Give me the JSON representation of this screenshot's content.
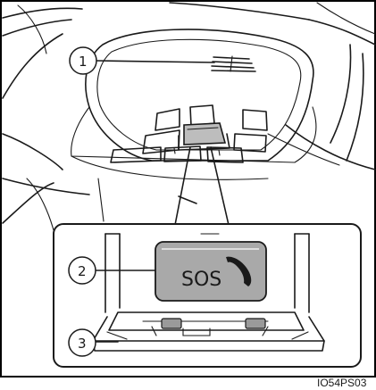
{
  "callouts": {
    "one": "1",
    "two": "2",
    "three": "3"
  },
  "sos_button": {
    "label": "SOS",
    "icon": "phone-handset-icon"
  },
  "figure_code": "IO54PS03",
  "colors": {
    "button_fill": "#a9a9a9",
    "lamp_fill": "#9a9a9a",
    "line": "#1a1a1a",
    "background": "#ffffff"
  }
}
